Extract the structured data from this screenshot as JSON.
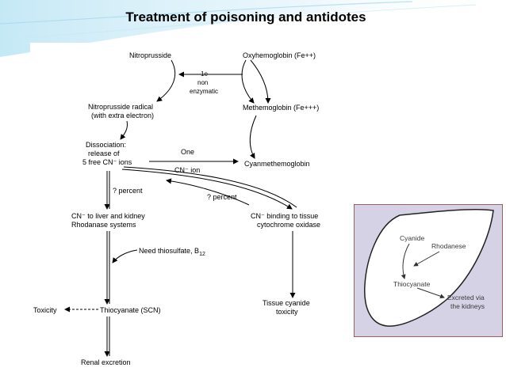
{
  "title": "Treatment of poisoning and antidotes",
  "diagram": {
    "nitroprusside": "Nitroprusside",
    "oxyhemoglobin": "Oxyhemoglobin (Fe++)",
    "electron_1": "1e",
    "electron_2": "non",
    "electron_3": "enzymatic",
    "radical_1": "Nitroprusside radical",
    "radical_2": "(with extra electron)",
    "methemoglobin": "Methemoglobin (Fe+++)",
    "dissociation_1": "Dissociation:",
    "dissociation_2": "release of",
    "dissociation_3": "5 free CN⁻ ions",
    "one_1": "One",
    "one_2": "CN⁻ ion",
    "cyanmethemoglobin": "Cyanmethemoglobin",
    "percent_left": "? percent",
    "percent_right": "? percent",
    "liver_1": "CN⁻ to liver and kidney",
    "liver_2": "Rhodanase systems",
    "binding_1": "CN⁻ binding to tissue",
    "binding_2": "cytochrome oxidase",
    "thiosulfate": "Need thiosulfate, B",
    "thiosulfate_sub": "12",
    "toxicity": "Toxicity",
    "thiocyanate": "Thiocyanate (SCN)",
    "tissue_1": "Tissue cyanide",
    "tissue_2": "toxicity",
    "renal": "Renal excretion"
  },
  "inset": {
    "cyanide": "Cyanide",
    "rhodanese": "Rhodanese",
    "thiocyanate": "Thiocyanate",
    "excreted_1": "Excreted via",
    "excreted_2": "the kidneys"
  }
}
